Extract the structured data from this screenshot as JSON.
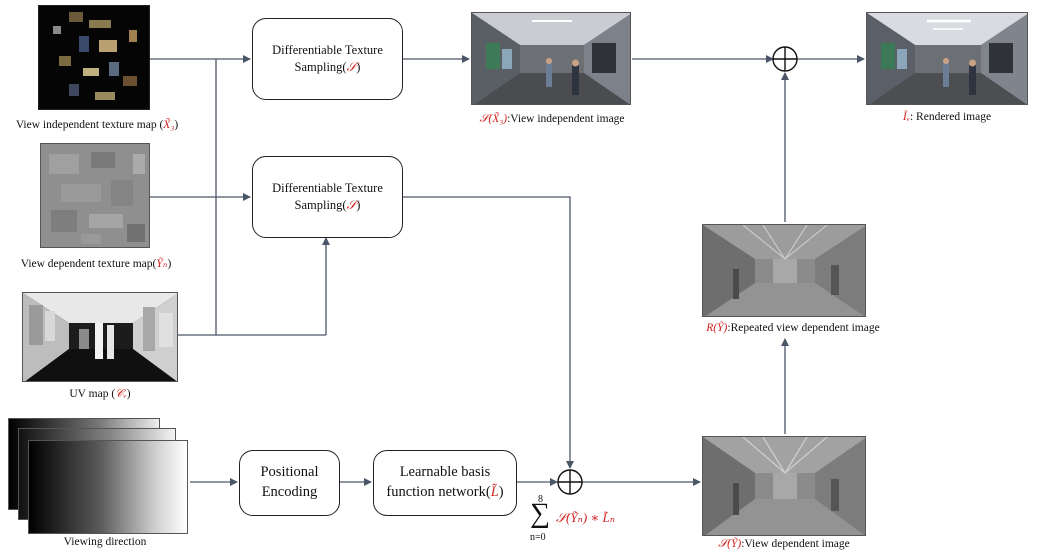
{
  "colors": {
    "arrow": "#4a5668",
    "math_red": "#d21f1f"
  },
  "sampling_box_1": {
    "line1": "Differentiable Texture",
    "line2": "Sampling(",
    "sym": "𝒮",
    "close": ")"
  },
  "sampling_box_2": {
    "line1": "Differentiable Texture",
    "line2": "Sampling(",
    "sym": "𝒮",
    "close": ")"
  },
  "pos_enc_box": {
    "line1": "Positional",
    "line2": "Encoding"
  },
  "basis_box": {
    "line1": "Learnable basis",
    "line2": "function network(",
    "sym": "L̃",
    "close": ")"
  },
  "captions": {
    "vi_texture": {
      "pre": "View independent texture map (",
      "sym": "X̃₃",
      "post": ")"
    },
    "vd_texture": {
      "pre": "View dependent texture map(",
      "sym": "Ỹₙ",
      "post": ")"
    },
    "uv_map": {
      "pre": "UV map (",
      "sym": "𝒞ᵥ",
      "post": ")"
    },
    "viewing_dir": {
      "text": "Viewing direction"
    },
    "vi_image": {
      "sym": "𝒮(X̃₃)",
      "post": ":View independent image"
    },
    "rendered": {
      "sym": "Ĩᵥ",
      "post": ": Rendered image"
    },
    "repeated": {
      "sym": "R(Ỹ)",
      "post": ":Repeated view dependent image"
    },
    "vd_image": {
      "sym": "𝒮(Ỹ)",
      "post": ":View dependent image"
    }
  },
  "summation": {
    "sym": "∑",
    "upper": "8",
    "lower": "n=0",
    "body": "𝒮(Ỹₙ) ∗ L̃ₙ"
  },
  "icons": [
    "texture-map-image",
    "scene-photo",
    "plus-circle-icon",
    "arrow-icon"
  ]
}
